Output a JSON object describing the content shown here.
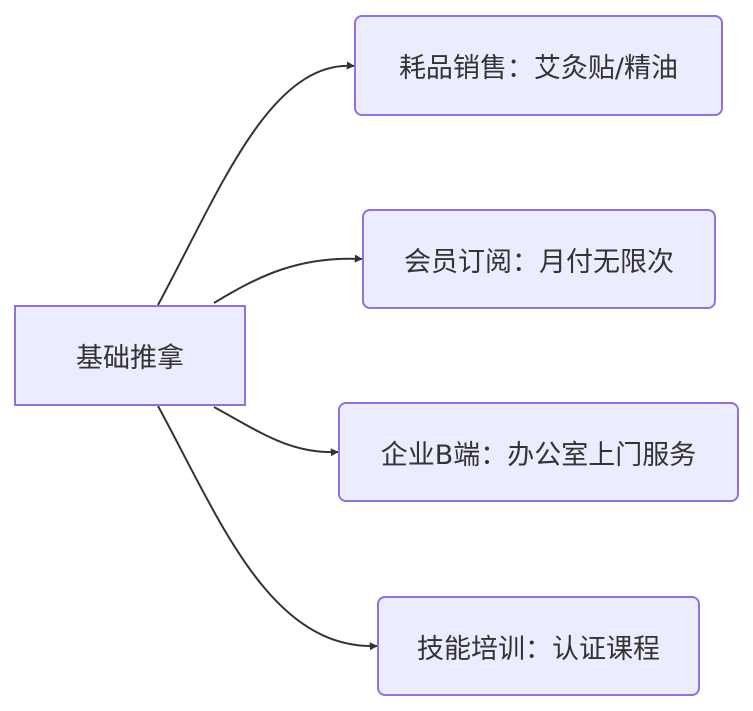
{
  "root": {
    "label": "基础推拿"
  },
  "branches": [
    {
      "label": "耗品销售：艾灸贴/精油"
    },
    {
      "label": "会员订阅：月付无限次"
    },
    {
      "label": "企业B端：办公室上门服务"
    },
    {
      "label": "技能培训：认证课程"
    }
  ],
  "colors": {
    "node_fill": "#ECECFF",
    "node_border": "#9370DB",
    "edge": "#333333",
    "text": "#333333"
  }
}
